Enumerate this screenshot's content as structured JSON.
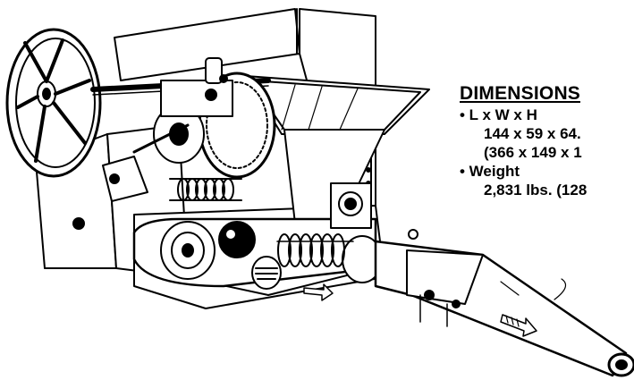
{
  "dimensions": {
    "title": "DIMENSIONS",
    "lwh_label": "• L x W x H",
    "lwh_imperial": "144 x 59 x 64.",
    "lwh_metric": "(366 x 149 x 1",
    "weight_label": "• Weight",
    "weight_value": "2,831 lbs. (128"
  },
  "illustration": {
    "subject": "industrial-machine-line-drawing",
    "colors": {
      "ink": "#000000",
      "paper": "#ffffff",
      "shade": "#bfbfbf"
    }
  }
}
